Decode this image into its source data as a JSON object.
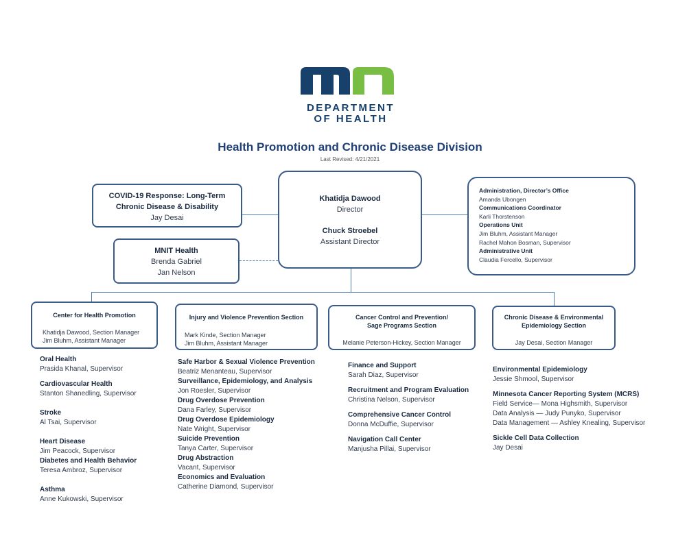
{
  "logo": {
    "line1": "DEPARTMENT",
    "line2": "OF HEALTH",
    "navy": "#17406b",
    "green": "#78be43"
  },
  "title": "Health Promotion and Chronic Disease Division",
  "revised": "Last Revised: 4/21/2021",
  "covid": {
    "line1": "COVID-19 Response:  Long-Term",
    "line2": "Chronic Disease & Disability",
    "name": "Jay Desai"
  },
  "mnit": {
    "title": "MNIT Health",
    "name1": "Brenda Gabriel",
    "name2": "Jan Nelson"
  },
  "director": {
    "name": "Khatidja Dawood",
    "role": "Director",
    "asst_name": "Chuck Stroebel",
    "asst_role": "Assistant Director"
  },
  "admin": [
    {
      "text": "Administration, Director’s Office",
      "bold": true
    },
    {
      "text": "Amanda Ubongen",
      "bold": false
    },
    {
      "text": "Communications Coordinator",
      "bold": true
    },
    {
      "text": "Karli Thorstenson",
      "bold": false
    },
    {
      "text": "Operations Unit",
      "bold": true
    },
    {
      "text": "Jim Bluhm, Assistant Manager",
      "bold": false
    },
    {
      "text": "Rachel Mahon Bosman, Supervisor",
      "bold": false
    },
    {
      "text": "Administrative Unit",
      "bold": true
    },
    {
      "text": "Claudia Fercello, Supervisor",
      "bold": false
    }
  ],
  "sections": [
    {
      "title": "Center for Health Promotion",
      "title2": "",
      "m1": "Khatidja Dawood, Section Manager",
      "m2": "Jim Bluhm, Assistant Manager"
    },
    {
      "title": "Injury and Violence Prevention Section",
      "title2": "",
      "m1": "Mark Kinde, Section Manager",
      "m2": "Jim Bluhm, Assistant Manager"
    },
    {
      "title": "Cancer Control and Prevention/",
      "title2": "Sage Programs Section",
      "m1": "",
      "m2": "Melanie Peterson-Hickey, Section Manager"
    },
    {
      "title": "Chronic Disease & Environmental",
      "title2": "Epidemiology Section",
      "m1": "",
      "m2": "Jay Desai, Section Manager"
    }
  ],
  "col1": [
    {
      "h": "Oral Health",
      "n": [
        "Prasida Khanal, Supervisor"
      ]
    },
    {
      "h": "Cardiovascular Health",
      "n": [
        "Stanton Shanedling, Supervisor"
      ]
    },
    {
      "h": "Stroke",
      "n": [
        "Al Tsai, Supervisor"
      ]
    },
    {
      "h": "Heart Disease",
      "n": [
        "Jim Peacock, Supervisor"
      ]
    },
    {
      "h": "Diabetes and Health Behavior",
      "n": [
        "Teresa Ambroz, Supervisor"
      ]
    },
    {
      "h": "Asthma",
      "n": [
        "Anne Kukowski, Supervisor"
      ]
    }
  ],
  "col2": [
    {
      "h": "Safe Harbor & Sexual Violence Prevention",
      "n": [
        "Beatriz Menanteau, Supervisor"
      ]
    },
    {
      "h": "Surveillance, Epidemiology, and Analysis",
      "n": [
        "Jon Roesler, Supervisor"
      ]
    },
    {
      "h": "Drug Overdose Prevention",
      "n": [
        "Dana Farley, Supervisor"
      ]
    },
    {
      "h": "Drug Overdose Epidemiology",
      "n": [
        "Nate Wright, Supervisor"
      ]
    },
    {
      "h": "Suicide Prevention",
      "n": [
        "Tanya Carter, Supervisor"
      ]
    },
    {
      "h": "Drug Abstraction",
      "n": [
        "Vacant, Supervisor"
      ]
    },
    {
      "h": "Economics and Evaluation",
      "n": [
        "Catherine Diamond, Supervisor"
      ]
    }
  ],
  "col3": [
    {
      "h": "Finance and Support",
      "n": [
        "Sarah Diaz, Supervisor"
      ]
    },
    {
      "h": "Recruitment and Program Evaluation",
      "n": [
        "Christina Nelson, Supervisor"
      ]
    },
    {
      "h": "Comprehensive Cancer Control",
      "n": [
        "Donna McDuffie, Supervisor"
      ]
    },
    {
      "h": "Navigation Call Center",
      "n": [
        "Manjusha Pillai, Supervisor"
      ]
    }
  ],
  "col4": [
    {
      "h": "Environmental Epidemiology",
      "n": [
        "Jessie Shmool, Supervisor"
      ]
    },
    {
      "h": "Minnesota Cancer Reporting System (MCRS)",
      "n": [
        "Field Service— Mona Highsmith, Supervisor",
        "Data Analysis — Judy Punyko, Supervisor",
        "Data Management — Ashley Knealing, Supervisor"
      ]
    },
    {
      "h": "Sickle Cell Data Collection",
      "n": [
        "Jay Desai"
      ]
    }
  ]
}
